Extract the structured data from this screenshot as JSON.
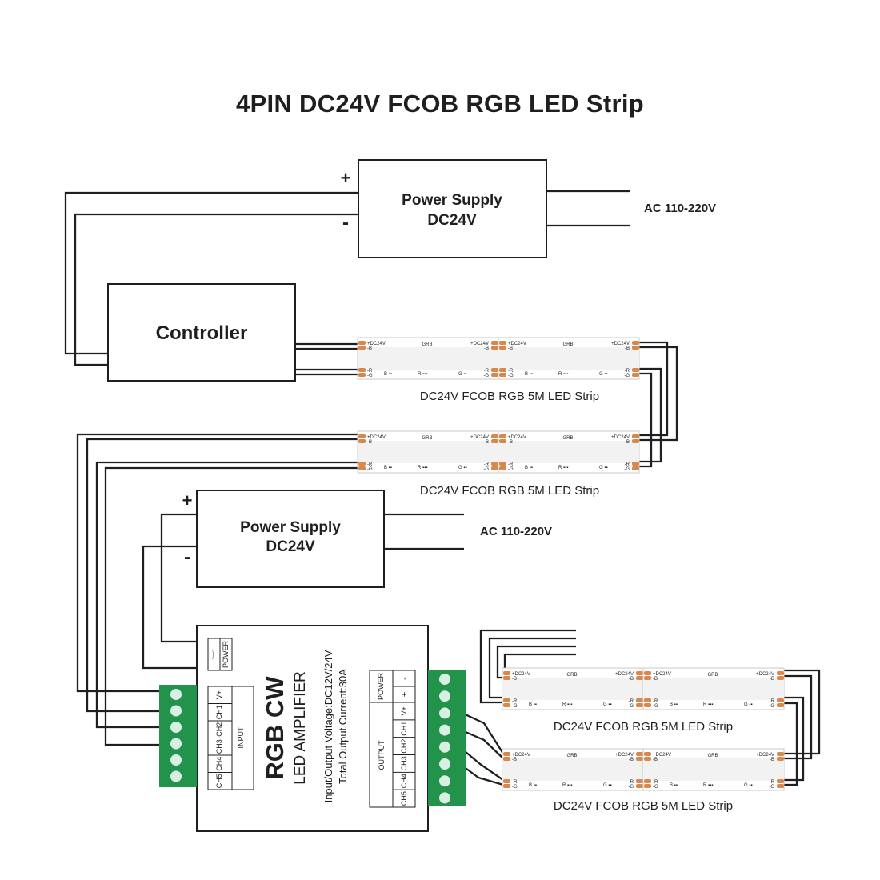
{
  "title": "4PIN DC24V FCOB RGB LED Strip",
  "colors": {
    "terminal_block": "#23924a",
    "solder_pad": "#d9874b",
    "wire": "#1f1f1f"
  },
  "power_supply_top": {
    "line1": "Power Supply",
    "line2": "DC24V",
    "plus": "+",
    "minus": "-",
    "ac": "AC 110-220V"
  },
  "controller": {
    "label": "Controller"
  },
  "power_supply_mid": {
    "line1": "Power Supply",
    "line2": "DC24V",
    "plus": "+",
    "minus": "-",
    "ac": "AC 110-220V"
  },
  "strip": {
    "caption": "DC24V FCOB RGB 5M LED Strip",
    "top_left": "+DC24V",
    "top_left_b": "-B",
    "top_mid": "GRB",
    "top_right": "+DC24V",
    "top_right_b": "-B",
    "bot_left_r": "-R",
    "bot_left_g": "-G",
    "bot_b": "B",
    "bot_r": "R",
    "bot_g": "G",
    "bot_right_r": "-R",
    "bot_right_g": "-G"
  },
  "amplifier": {
    "power_label": "POWER",
    "model": "RGB CW",
    "type": "LED AMPLIFIER",
    "spec1": "Input/Output Voltage:DC12V/24V",
    "spec2": "Total Output Current:30A",
    "input_label": "INPUT",
    "input_pins": [
      "V+",
      "CH1",
      "CH2",
      "CH3",
      "CH4",
      "CH5"
    ],
    "output_label": "OUTPUT",
    "output_power_label": "POWER",
    "output_power_pins": [
      "-",
      "+"
    ],
    "output_pins": [
      "V+",
      "CH1",
      "CH2",
      "CH3",
      "CH4",
      "CH5"
    ]
  }
}
